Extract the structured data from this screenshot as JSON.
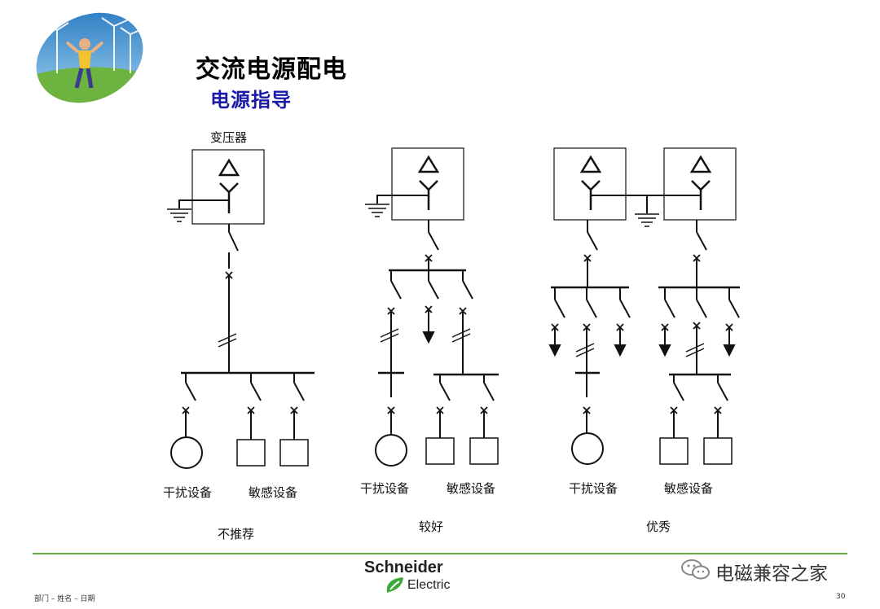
{
  "slide": {
    "title": "交流电源配电",
    "subtitle": "电源指导",
    "page_number": "30",
    "footer_left": "部门 – 姓名 – 日期"
  },
  "diagram": {
    "transformer_label": "变压器",
    "configs": [
      {
        "rating": "不推荐",
        "noisy_label": "干扰设备",
        "sensitive_label": "敏感设备"
      },
      {
        "rating": "较好",
        "noisy_label": "干扰设备",
        "sensitive_label": "敏感设备"
      },
      {
        "rating": "优秀",
        "noisy_label": "干扰设备",
        "sensitive_label": "敏感设备"
      }
    ]
  },
  "brand": {
    "name": "Schneider",
    "sub": "Electric",
    "accent_color": "#3aa935"
  },
  "watermark": {
    "text": "电磁兼容之家"
  },
  "colors": {
    "subtitle": "#1a1aa8",
    "divider": "#6aa84f"
  }
}
